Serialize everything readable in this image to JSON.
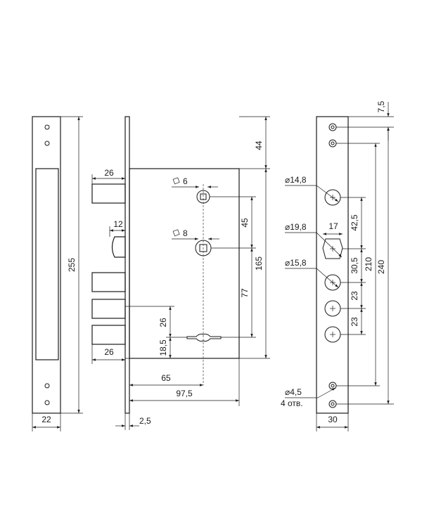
{
  "strike_plate": {
    "height": "255",
    "width": "22"
  },
  "lock_body": {
    "bolt_width_top": "26",
    "latch_width": "12",
    "bolt_width_bottom": "26",
    "square_small": "6",
    "square_large": "8",
    "dim_44": "44",
    "dim_45": "45",
    "dim_165": "165",
    "dim_77": "77",
    "dim_26": "26",
    "dim_18_5": "18,5",
    "backset": "65",
    "case_depth": "97,5",
    "faceplate_thickness": "2,5"
  },
  "faceplate": {
    "dim_7_5": "7,5",
    "hole_14_8": "14,8",
    "hole_19_8": "19,8",
    "hole_15_8": "15,8",
    "dim_17": "17",
    "dim_42_5": "42,5",
    "dim_30_5": "30,5",
    "dim_23a": "23",
    "dim_23b": "23",
    "dim_210": "210",
    "dim_240": "240",
    "hole_4_5": "4,5",
    "holes_count": "4 отв.",
    "width": "30"
  }
}
